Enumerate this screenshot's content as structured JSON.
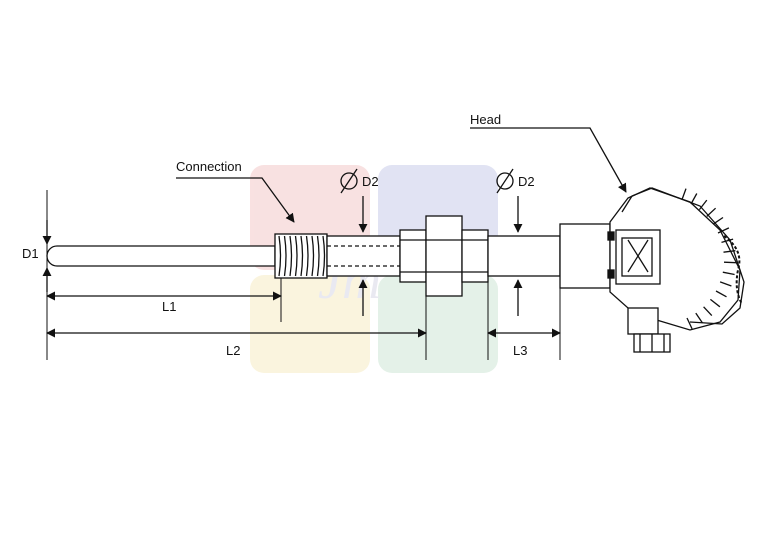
{
  "labels": {
    "head": "Head",
    "connection": "Connection",
    "d1": "D1",
    "d2_left": "D2",
    "d2_right": "D2",
    "l1": "L1",
    "l2": "L2",
    "l3": "L3"
  },
  "watermark": {
    "text": "Jm",
    "colors": [
      "#f4c9c9",
      "#c9cdea",
      "#f6ecc4",
      "#cfe7d6"
    ]
  },
  "colors": {
    "stroke": "#111111",
    "body_fill": "#ffffff"
  }
}
